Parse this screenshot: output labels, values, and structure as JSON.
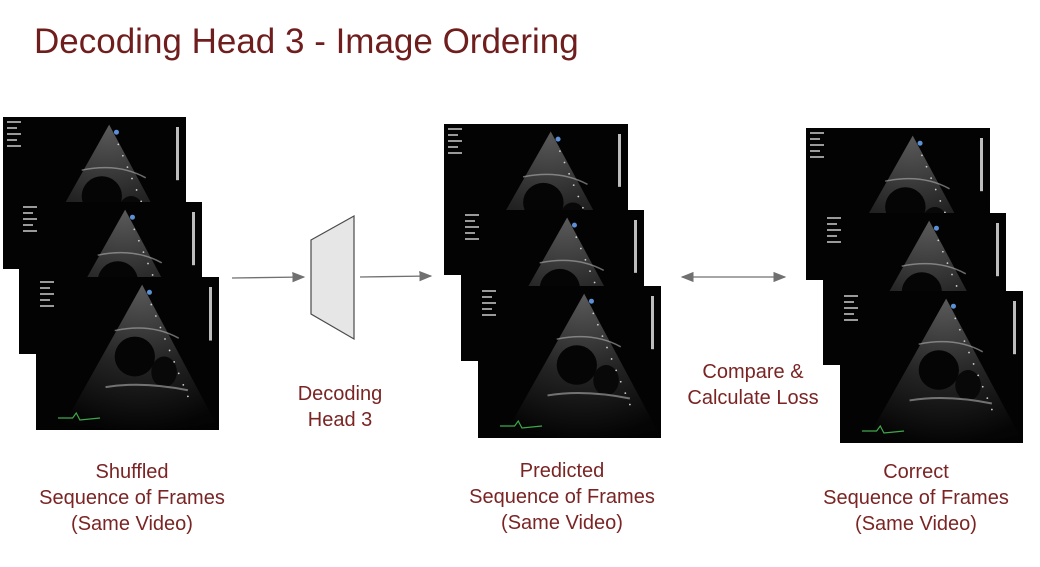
{
  "title": "Decoding Head 3 - Image Ordering",
  "decoder": {
    "line1": "Decoding",
    "line2": "Head 3"
  },
  "compare": {
    "line1": "Compare &",
    "line2": "Calculate Loss"
  },
  "stacks": {
    "shuffled": {
      "line1": "Shuffled",
      "line2": "Sequence of Frames",
      "line3": "(Same Video)"
    },
    "predicted": {
      "line1": "Predicted",
      "line2": "Sequence of Frames",
      "line3": "(Same Video)"
    },
    "correct": {
      "line1": "Correct",
      "line2": "Sequence of Frames",
      "line3": "(Same Video)"
    }
  },
  "colors": {
    "text": "#7a2424",
    "title": "#6f1d1d",
    "arrow": "#707070",
    "trapezoid": "#e6e6e6"
  }
}
